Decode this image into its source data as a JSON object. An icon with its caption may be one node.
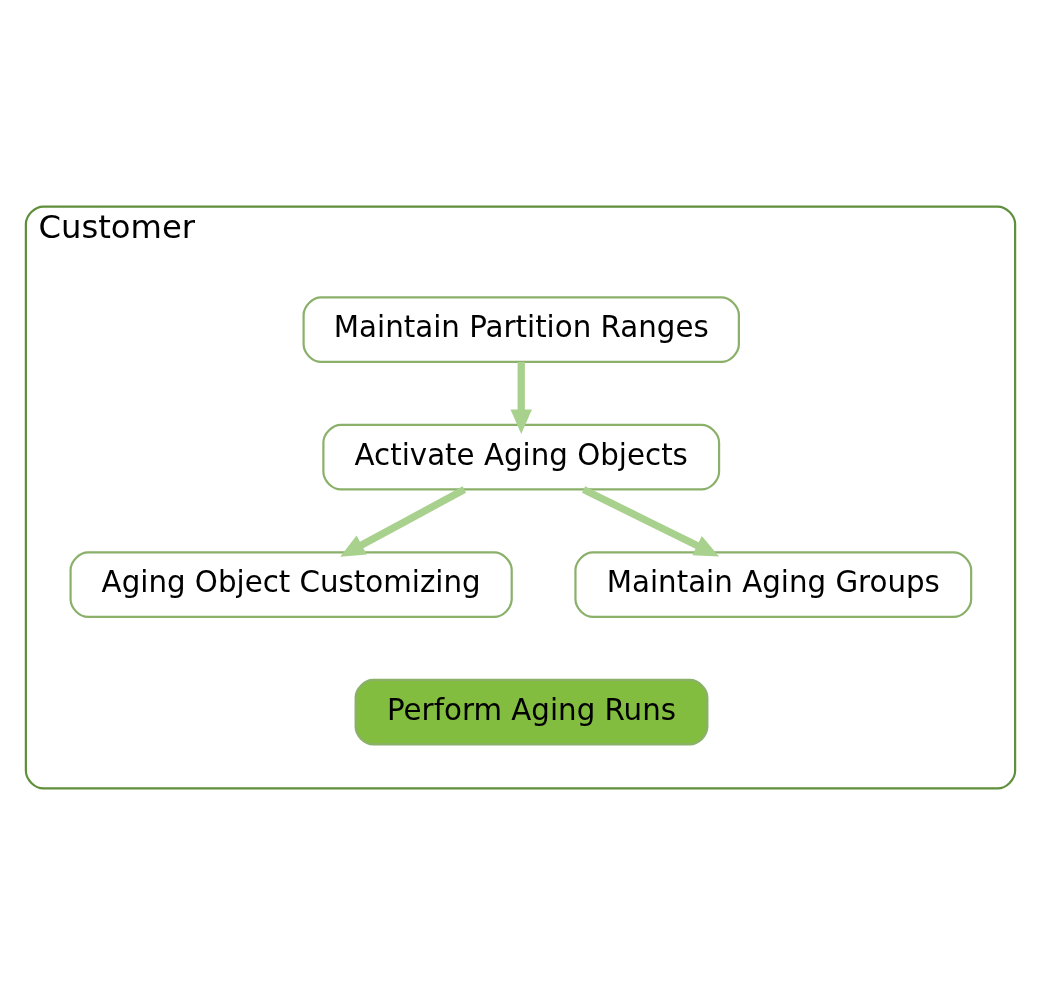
{
  "diagram": {
    "nodes": [
      {
        "text": [
          "Customer"
        ]
      },
      {
        "text": [
          "Maintain Partition Ranges"
        ],
        "in": 0
      },
      {
        "text": [
          "Activate Aging Objects"
        ],
        "in": 0
      },
      {
        "text": [
          "Aging Object Customizing"
        ],
        "in": 0
      },
      {
        "text": [
          "Maintain Aging Groups"
        ],
        "in": 0
      },
      {
        "text": [
          "Perform Aging Runs"
        ],
        "in": 0
      }
    ],
    "edges": [
      {
        "from": 1,
        "to": 2,
        "arrow": "to"
      },
      {
        "from": 2,
        "to": 3,
        "arrow": "to"
      },
      {
        "from": 2,
        "to": 4,
        "arrow": "to"
      }
    ]
  }
}
